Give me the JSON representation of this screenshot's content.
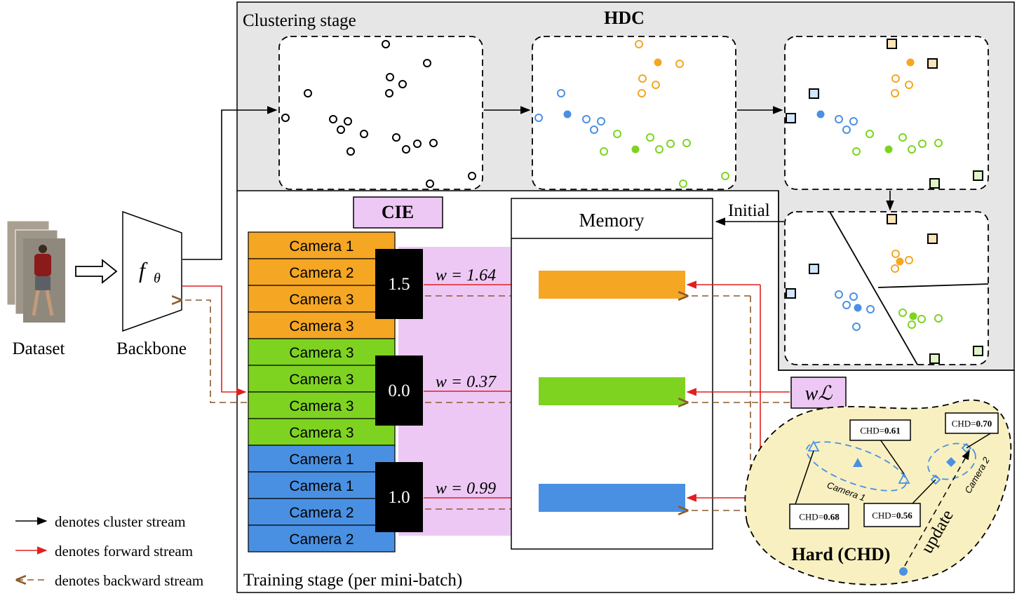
{
  "hdc": {
    "title": "HDC",
    "stage_label": "Clustering stage",
    "initial_label": "Initial"
  },
  "training": {
    "stage_label": "Training stage (per mini-batch)",
    "cie_label": "CIE",
    "memory_label": "Memory",
    "loss_label": "wℒ"
  },
  "input": {
    "dataset_label": "Dataset",
    "backbone_label": "Backbone",
    "backbone_symbol": "f",
    "backbone_subscript": "θ"
  },
  "camera_groups": [
    {
      "color": "#F5A623",
      "cameras": [
        "Camera 1",
        "Camera 2",
        "Camera 3",
        "Camera 3"
      ],
      "cie_value": "1.5",
      "weight_label": "w = 1.64"
    },
    {
      "color": "#7ED321",
      "cameras": [
        "Camera 3",
        "Camera 3",
        "Camera 3",
        "Camera 3"
      ],
      "cie_value": "0.0",
      "weight_label": "w = 0.37"
    },
    {
      "color": "#4A90E2",
      "cameras": [
        "Camera 1",
        "Camera 1",
        "Camera 2",
        "Camera 2"
      ],
      "cie_value": "1.0",
      "weight_label": "w = 0.99"
    }
  ],
  "hard_region": {
    "title": "Hard (CHD)",
    "update_label": "update",
    "camera1_label": "Camera 1",
    "camera2_label": "Camera 2",
    "chd_prefix": "CHD=",
    "chd_values": [
      "0.61",
      "0.70",
      "0.68",
      "0.56"
    ]
  },
  "legend": [
    {
      "text": "denotes cluster stream",
      "color": "#000000"
    },
    {
      "text": "denotes forward stream",
      "color": "#E02020"
    },
    {
      "text": "denotes backward stream",
      "color": "#8B5A2B"
    }
  ],
  "colors": {
    "orange": "#F5A623",
    "green": "#7ED321",
    "blue": "#4A90E2",
    "cie_bg": "#EEC8F5",
    "hdc_bg": "#E6E6E6",
    "hard_bg": "#F8F0C0",
    "forward": "#E02020",
    "backward": "#8B5A2B"
  }
}
